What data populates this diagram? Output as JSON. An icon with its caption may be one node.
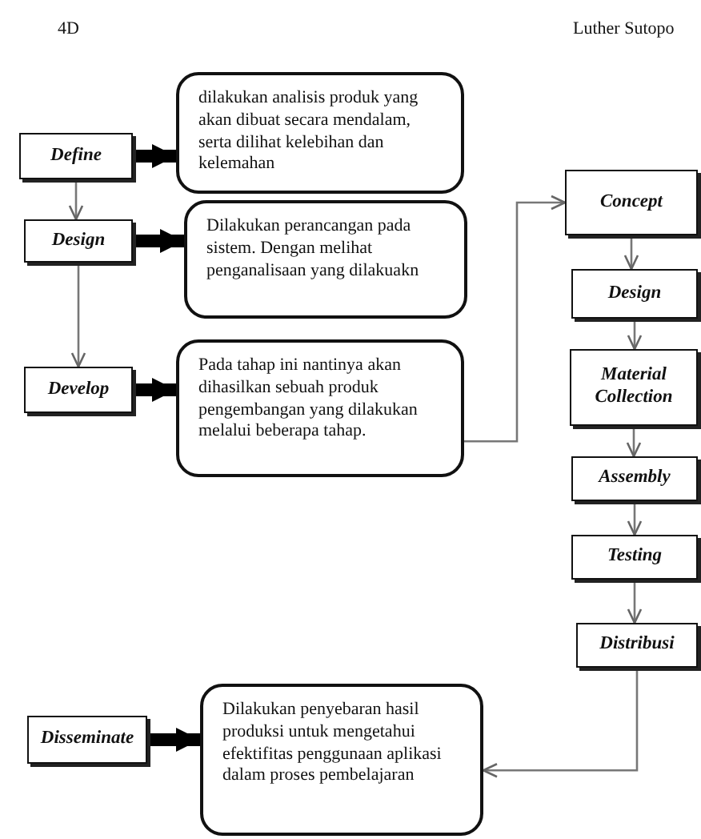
{
  "diagram": {
    "nodes": [
      {
        "text": [
          "Define"
        ]
      },
      {
        "text": [
          "dilakukan analisis produk yang akan dibuat secara mendalam, serta dilihat kelebihan dan kelemahan"
        ]
      },
      {
        "text": [
          "Design"
        ]
      },
      {
        "text": [
          "Dilakukan perancangan pada sistem. Dengan melihat penganalisaan yang dilakuakn"
        ]
      },
      {
        "text": [
          "Develop"
        ]
      },
      {
        "text": [
          "Pada tahap ini nantinya akan dihasilkan sebuah produk pengembangan yang dilakukan melalui beberapa tahap."
        ]
      },
      {
        "text": [
          "Concept"
        ]
      },
      {
        "text": [
          "Design"
        ]
      },
      {
        "text": [
          "Material Collection"
        ]
      },
      {
        "text": [
          "Assembly"
        ]
      },
      {
        "text": [
          "Testing"
        ]
      },
      {
        "text": [
          "Distribusi"
        ]
      },
      {
        "text": [
          "Disseminate"
        ]
      },
      {
        "text": [
          "Dilakukan penyebaran hasil produksi untuk mengetahui efektifitas penggunaan aplikasi dalam proses pembelajaran"
        ]
      }
    ],
    "edges": [
      {
        "from": 0,
        "to": 1,
        "arrow": "to",
        "style": "thick",
        "color": "#000000"
      },
      {
        "from": 0,
        "to": 2,
        "arrow": "to"
      },
      {
        "from": 2,
        "to": 3,
        "arrow": "to",
        "style": "thick",
        "color": "#000000"
      },
      {
        "from": 2,
        "to": 4,
        "arrow": "to"
      },
      {
        "from": 4,
        "to": 5,
        "arrow": "to",
        "style": "thick",
        "color": "#000000"
      },
      {
        "from": 5,
        "to": 6,
        "arrow": "to"
      },
      {
        "from": 6,
        "to": 7,
        "arrow": "to"
      },
      {
        "from": 7,
        "to": 8,
        "arrow": "to"
      },
      {
        "from": 8,
        "to": 9,
        "arrow": "to"
      },
      {
        "from": 9,
        "to": 10,
        "arrow": "to"
      },
      {
        "from": 10,
        "to": 11,
        "arrow": "to"
      },
      {
        "from": 11,
        "to": 13,
        "arrow": "to"
      },
      {
        "from": 12,
        "to": 13,
        "arrow": "to",
        "style": "thick",
        "color": "#000000"
      }
    ],
    "labels": [
      "4D",
      "Luther Sutopo"
    ]
  }
}
